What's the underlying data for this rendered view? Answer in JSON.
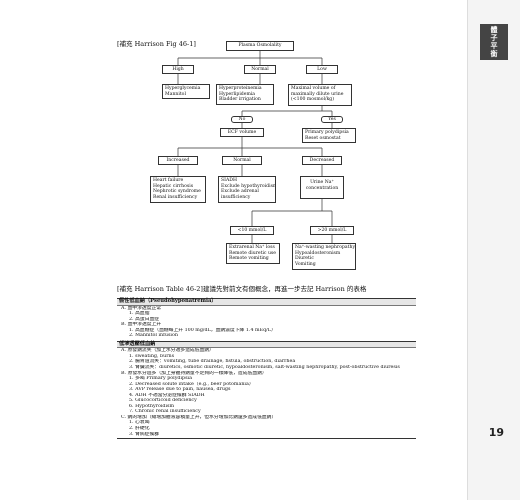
{
  "side_tab": "體 平 衡",
  "side_tab_char": "子",
  "page_number": "19",
  "figure_caption": "[補充 Harrison Fig 46-1]",
  "nodes": {
    "root": "Plasma Osmolality",
    "high": "High",
    "normal": "Normal",
    "low": "Low",
    "high_desc": [
      "Hyperglycemia",
      "Mannitol"
    ],
    "normal_desc": [
      "Hyperproteinemia",
      "Hyperlipidemia",
      "Bladder irrigation"
    ],
    "low_desc": [
      "Maximal volume of",
      "maximally dilute urine",
      "(<100 mosmol/kg)"
    ],
    "no": "No",
    "yes": "Yes",
    "ecf": "ECF volume",
    "primary": [
      "Primary polydipsia",
      "Reset osmostat"
    ],
    "increased": "Increased",
    "ecf_normal": "Normal",
    "decreased": "Decreased",
    "increased_desc": [
      "Heart failure",
      "Hepatic cirrhosis",
      "Nephrotic syndrome",
      "Renal insufficiency"
    ],
    "normal2_desc": [
      "SIADH",
      "Exclude hypothyroidism",
      "Exclude adrenal",
      "insufficiency"
    ],
    "urine_na": [
      "Urine Na⁺",
      "concentration"
    ],
    "lt10": "<10 mmol/L",
    "gt20": ">20 mmol/L",
    "lt10_desc": [
      "Extrarenal Na⁺ loss",
      "Remote diuretic use",
      "Remote vomiting"
    ],
    "gt20_desc": [
      "Na⁺-wasting nephropathy",
      "Hypoaldosteronism",
      "Diuretic",
      "Vomiting"
    ]
  },
  "table_caption": "[補充 Harrison Table 46-2]建議先對前文有個概念，再進一步去記 Harrison 的表格",
  "table": {
    "section1_title": "假性低血鈉（Pseudohyponatremia）",
    "section1_rows": [
      {
        "text": "A. 血中滲透度正常",
        "level": 0
      },
      {
        "text": "1. 高血脂",
        "level": 1
      },
      {
        "text": "2. 高蛋白血症",
        "level": 1
      },
      {
        "text": "B. 血中滲透度上升",
        "level": 0
      },
      {
        "text": "1. 高血糖症（血糖每上升 100 mg/dL，血鈉濃度下降 1.4 mEq/L）",
        "level": 1
      },
      {
        "text": "2. Mannitol infusion",
        "level": 1
      }
    ],
    "section2_title": "低滲透壓低血鈉",
    "section2_rows": [
      {
        "text": "A. 原發鈉流失（加上水分適多造成低血鈉）",
        "level": 0
      },
      {
        "text": "1. sweating, burns",
        "level": 1
      },
      {
        "text": "2. 腸胃道流失：vomiting, tube drainage, fistula, obstruction, diarrhea",
        "level": 1
      },
      {
        "text": "3. 腎臟流失：diuretics, osmotic diuretic, hypoaldosteronism, salt-wasting nephropathy, post-obstructive diuresis",
        "level": 1
      },
      {
        "text": "B. 原發水分過多（加上身體持鈉量不足夠的一樣降低，造成低血鈉）",
        "level": 0
      },
      {
        "text": "1. 多喝 Primary polydipsia",
        "level": 1
      },
      {
        "text": "2. Decreased solute intake（e.g., beer potomania）",
        "level": 1
      },
      {
        "text": "3. AVP release due to pain, nausea, drugs",
        "level": 1
      },
      {
        "text": "4. ADH 不適當分泌症候群 SIADH",
        "level": 1
      },
      {
        "text": "5. Glucocorticoid deficiency",
        "level": 1
      },
      {
        "text": "6. Hypothyroidism",
        "level": 1
      },
      {
        "text": "7. Chronic renal insufficiency",
        "level": 1
      },
      {
        "text": "C. 鈉的增加（總增加體液容積量上升，但水分增加比鈉還多造成低血鈉）",
        "level": 0
      },
      {
        "text": "1. 心衰竭",
        "level": 1
      },
      {
        "text": "2. 肝硬化",
        "level": 1
      },
      {
        "text": "3. 腎病症候群",
        "level": 1
      }
    ]
  }
}
